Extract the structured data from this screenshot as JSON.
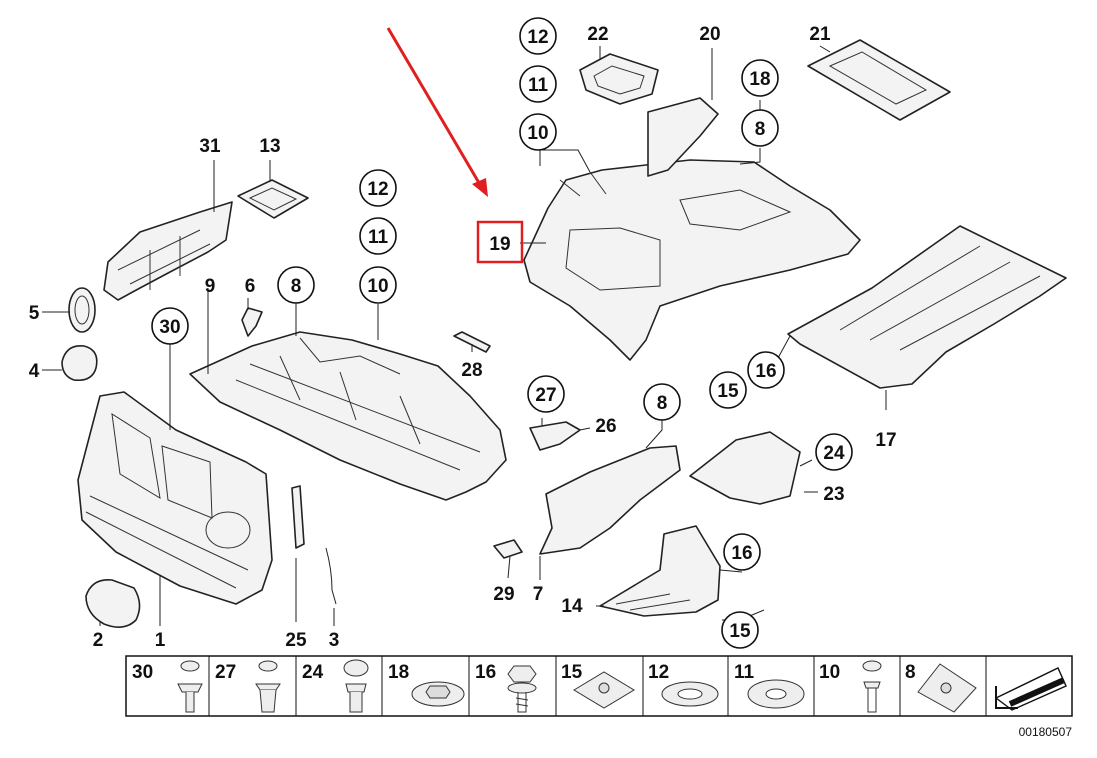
{
  "highlight": {
    "label": "19",
    "color": "#e02020"
  },
  "callouts": {
    "c1": "1",
    "c2": "2",
    "c3": "3",
    "c4": "4",
    "c5": "5",
    "c6": "6",
    "c7": "7",
    "c8a": "8",
    "c8b": "8",
    "c8c": "8",
    "c9": "9",
    "c10a": "10",
    "c10b": "10",
    "c11a": "11",
    "c11b": "11",
    "c12a": "12",
    "c12b": "12",
    "c13": "13",
    "c14": "14",
    "c15a": "15",
    "c15b": "15",
    "c16a": "16",
    "c16b": "16",
    "c17": "17",
    "c18": "18",
    "c19": "19",
    "c20": "20",
    "c21": "21",
    "c22": "22",
    "c23": "23",
    "c24": "24",
    "c25": "25",
    "c26": "26",
    "c27": "27",
    "c28": "28",
    "c29": "29",
    "c30": "30",
    "c31": "31"
  },
  "fastener_strip": {
    "items": [
      {
        "label": "30",
        "icon": "push-rivet-icon"
      },
      {
        "label": "27",
        "icon": "expanding-rivet-icon"
      },
      {
        "label": "24",
        "icon": "plastic-rivet-icon"
      },
      {
        "label": "18",
        "icon": "hex-nut-washer-icon"
      },
      {
        "label": "16",
        "icon": "hex-bolt-icon"
      },
      {
        "label": "15",
        "icon": "clip-nut-icon"
      },
      {
        "label": "12",
        "icon": "washer-icon"
      },
      {
        "label": "11",
        "icon": "lock-ring-icon"
      },
      {
        "label": "10",
        "icon": "screw-grommet-icon"
      },
      {
        "label": "8",
        "icon": "sheet-nut-icon"
      }
    ],
    "last_icon": "direction-arrow-icon"
  },
  "figure_number": "00180507"
}
